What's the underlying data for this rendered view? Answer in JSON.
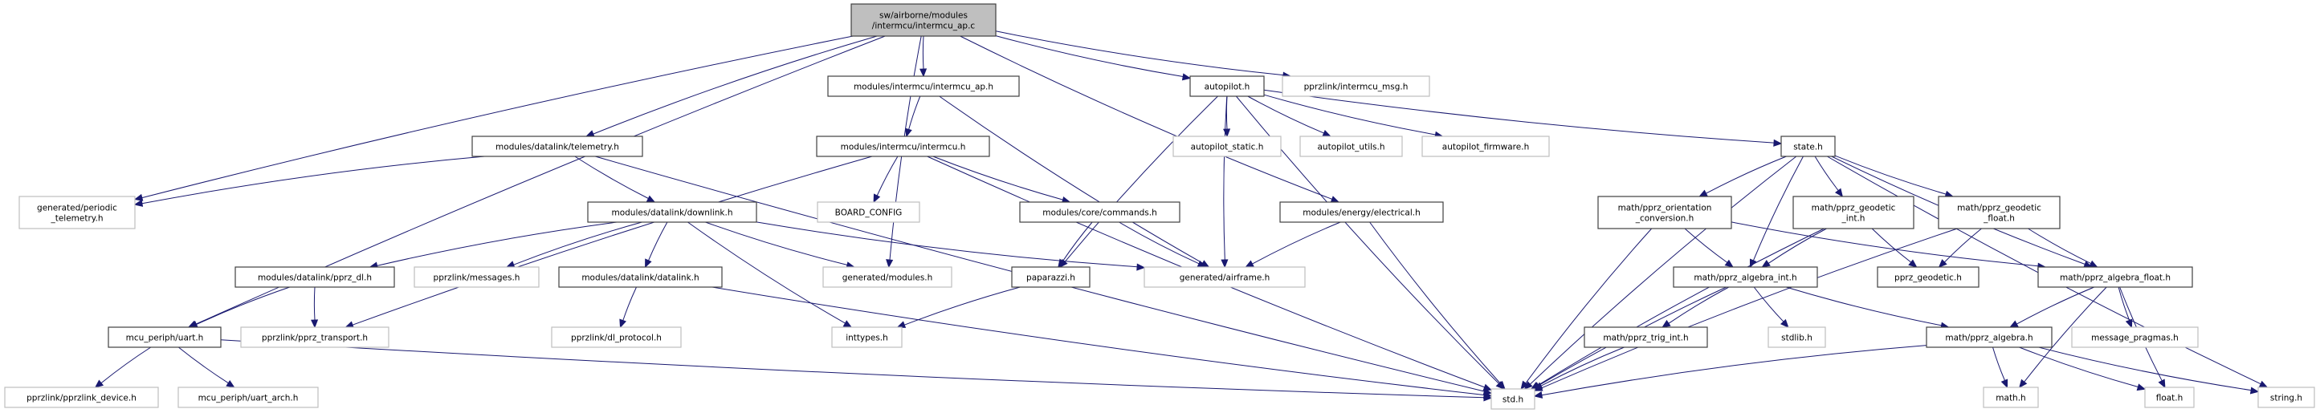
{
  "title": "Include dependency graph for intermcu_ap.c",
  "colors": {
    "edge": "#191970",
    "root_fill": "#bfbfbf",
    "documented_border": "#404040",
    "undocumented_border": "#bfbfbf"
  },
  "nodes": [
    {
      "id": "root",
      "lines": [
        "sw/airborne/modules",
        "/intermcu/intermcu_ap.c"
      ],
      "kind": "root"
    },
    {
      "id": "intermcu_ap_h",
      "lines": [
        "modules/intermcu/intermcu_ap.h"
      ],
      "kind": "documented"
    },
    {
      "id": "autopilot_h",
      "lines": [
        "autopilot.h"
      ],
      "kind": "documented"
    },
    {
      "id": "intermcu_msg_h",
      "lines": [
        "pprzlink/intermcu_msg.h"
      ],
      "kind": "undocumented"
    },
    {
      "id": "telemetry_h",
      "lines": [
        "modules/datalink/telemetry.h"
      ],
      "kind": "documented"
    },
    {
      "id": "intermcu_h",
      "lines": [
        "modules/intermcu/intermcu.h"
      ],
      "kind": "documented"
    },
    {
      "id": "autopilot_static_h",
      "lines": [
        "autopilot_static.h"
      ],
      "kind": "undocumented"
    },
    {
      "id": "autopilot_utils_h",
      "lines": [
        "autopilot_utils.h"
      ],
      "kind": "undocumented"
    },
    {
      "id": "autopilot_firmware_h",
      "lines": [
        "autopilot_firmware.h"
      ],
      "kind": "undocumented"
    },
    {
      "id": "state_h",
      "lines": [
        "state.h"
      ],
      "kind": "documented"
    },
    {
      "id": "periodic_telemetry_h",
      "lines": [
        "generated/periodic",
        "_telemetry.h"
      ],
      "kind": "undocumented"
    },
    {
      "id": "downlink_h",
      "lines": [
        "modules/datalink/downlink.h"
      ],
      "kind": "documented"
    },
    {
      "id": "board_config",
      "lines": [
        "BOARD_CONFIG"
      ],
      "kind": "undocumented"
    },
    {
      "id": "commands_h",
      "lines": [
        "modules/core/commands.h"
      ],
      "kind": "documented"
    },
    {
      "id": "electrical_h",
      "lines": [
        "modules/energy/electrical.h"
      ],
      "kind": "documented"
    },
    {
      "id": "orientation_h",
      "lines": [
        "math/pprz_orientation",
        "_conversion.h"
      ],
      "kind": "documented"
    },
    {
      "id": "geodetic_int_h",
      "lines": [
        "math/pprz_geodetic",
        "_int.h"
      ],
      "kind": "documented"
    },
    {
      "id": "geodetic_float_h",
      "lines": [
        "math/pprz_geodetic",
        "_float.h"
      ],
      "kind": "documented"
    },
    {
      "id": "pprz_dl_h",
      "lines": [
        "modules/datalink/pprz_dl.h"
      ],
      "kind": "documented"
    },
    {
      "id": "messages_h",
      "lines": [
        "pprzlink/messages.h"
      ],
      "kind": "undocumented"
    },
    {
      "id": "datalink_h",
      "lines": [
        "modules/datalink/datalink.h"
      ],
      "kind": "documented"
    },
    {
      "id": "modules_h",
      "lines": [
        "generated/modules.h"
      ],
      "kind": "undocumented"
    },
    {
      "id": "paparazzi_h",
      "lines": [
        "paparazzi.h"
      ],
      "kind": "documented"
    },
    {
      "id": "airframe_h",
      "lines": [
        "generated/airframe.h"
      ],
      "kind": "undocumented"
    },
    {
      "id": "algebra_int_h",
      "lines": [
        "math/pprz_algebra_int.h"
      ],
      "kind": "documented"
    },
    {
      "id": "pprz_geodetic_h",
      "lines": [
        "pprz_geodetic.h"
      ],
      "kind": "documented"
    },
    {
      "id": "algebra_float_h",
      "lines": [
        "math/pprz_algebra_float.h"
      ],
      "kind": "documented"
    },
    {
      "id": "uart_h",
      "lines": [
        "mcu_periph/uart.h"
      ],
      "kind": "documented"
    },
    {
      "id": "pprz_transport_h",
      "lines": [
        "pprzlink/pprz_transport.h"
      ],
      "kind": "undocumented"
    },
    {
      "id": "dl_protocol_h",
      "lines": [
        "pprzlink/dl_protocol.h"
      ],
      "kind": "undocumented"
    },
    {
      "id": "inttypes_h",
      "lines": [
        "inttypes.h"
      ],
      "kind": "undocumented"
    },
    {
      "id": "trig_int_h",
      "lines": [
        "math/pprz_trig_int.h"
      ],
      "kind": "documented"
    },
    {
      "id": "stdlib_h",
      "lines": [
        "stdlib.h"
      ],
      "kind": "undocumented"
    },
    {
      "id": "algebra_h",
      "lines": [
        "math/pprz_algebra.h"
      ],
      "kind": "documented"
    },
    {
      "id": "message_pragmas_h",
      "lines": [
        "message_pragmas.h"
      ],
      "kind": "undocumented"
    },
    {
      "id": "pprzlink_device_h",
      "lines": [
        "pprzlink/pprzlink_device.h"
      ],
      "kind": "undocumented"
    },
    {
      "id": "uart_arch_h",
      "lines": [
        "mcu_periph/uart_arch.h"
      ],
      "kind": "undocumented"
    },
    {
      "id": "std_h",
      "lines": [
        "std.h"
      ],
      "kind": "undocumented"
    },
    {
      "id": "math_h",
      "lines": [
        "math.h"
      ],
      "kind": "undocumented"
    },
    {
      "id": "float_h",
      "lines": [
        "float.h"
      ],
      "kind": "undocumented"
    },
    {
      "id": "string_h",
      "lines": [
        "string.h"
      ],
      "kind": "undocumented"
    }
  ],
  "edges": [
    [
      "root",
      "intermcu_ap_h"
    ],
    [
      "root",
      "autopilot_h"
    ],
    [
      "root",
      "intermcu_msg_h"
    ],
    [
      "root",
      "telemetry_h"
    ],
    [
      "root",
      "periodic_telemetry_h"
    ],
    [
      "root",
      "uart_h"
    ],
    [
      "root",
      "modules_h"
    ],
    [
      "root",
      "electrical_h"
    ],
    [
      "intermcu_ap_h",
      "intermcu_h"
    ],
    [
      "intermcu_ap_h",
      "airframe_h"
    ],
    [
      "autopilot_h",
      "autopilot_static_h"
    ],
    [
      "autopilot_h",
      "autopilot_utils_h"
    ],
    [
      "autopilot_h",
      "autopilot_firmware_h"
    ],
    [
      "autopilot_h",
      "state_h"
    ],
    [
      "autopilot_h",
      "paparazzi_h"
    ],
    [
      "autopilot_h",
      "airframe_h"
    ],
    [
      "autopilot_h",
      "std_h"
    ],
    [
      "telemetry_h",
      "periodic_telemetry_h"
    ],
    [
      "telemetry_h",
      "downlink_h"
    ],
    [
      "telemetry_h",
      "std_h"
    ],
    [
      "intermcu_h",
      "board_config"
    ],
    [
      "intermcu_h",
      "commands_h"
    ],
    [
      "intermcu_h",
      "pprz_transport_h"
    ],
    [
      "intermcu_h",
      "std_h"
    ],
    [
      "downlink_h",
      "pprz_dl_h"
    ],
    [
      "downlink_h",
      "messages_h"
    ],
    [
      "downlink_h",
      "datalink_h"
    ],
    [
      "downlink_h",
      "modules_h"
    ],
    [
      "downlink_h",
      "airframe_h"
    ],
    [
      "downlink_h",
      "inttypes_h"
    ],
    [
      "commands_h",
      "paparazzi_h"
    ],
    [
      "commands_h",
      "airframe_h"
    ],
    [
      "electrical_h",
      "airframe_h"
    ],
    [
      "electrical_h",
      "std_h"
    ],
    [
      "pprz_dl_h",
      "uart_h"
    ],
    [
      "pprz_dl_h",
      "pprz_transport_h"
    ],
    [
      "datalink_h",
      "dl_protocol_h"
    ],
    [
      "datalink_h",
      "std_h"
    ],
    [
      "paparazzi_h",
      "inttypes_h"
    ],
    [
      "uart_h",
      "pprzlink_device_h"
    ],
    [
      "uart_h",
      "uart_arch_h"
    ],
    [
      "uart_h",
      "std_h"
    ],
    [
      "state_h",
      "orientation_h"
    ],
    [
      "state_h",
      "geodetic_int_h"
    ],
    [
      "state_h",
      "geodetic_float_h"
    ],
    [
      "state_h",
      "algebra_int_h"
    ],
    [
      "state_h",
      "algebra_float_h"
    ],
    [
      "state_h",
      "std_h"
    ],
    [
      "state_h",
      "string_h"
    ],
    [
      "orientation_h",
      "algebra_int_h"
    ],
    [
      "orientation_h",
      "algebra_float_h"
    ],
    [
      "orientation_h",
      "std_h"
    ],
    [
      "geodetic_int_h",
      "algebra_int_h"
    ],
    [
      "geodetic_int_h",
      "pprz_geodetic_h"
    ],
    [
      "geodetic_int_h",
      "std_h"
    ],
    [
      "geodetic_float_h",
      "pprz_geodetic_h"
    ],
    [
      "geodetic_float_h",
      "algebra_float_h"
    ],
    [
      "geodetic_float_h",
      "std_h"
    ],
    [
      "algebra_int_h",
      "trig_int_h"
    ],
    [
      "algebra_int_h",
      "stdlib_h"
    ],
    [
      "algebra_int_h",
      "algebra_h"
    ],
    [
      "algebra_int_h",
      "std_h"
    ],
    [
      "algebra_float_h",
      "algebra_h"
    ],
    [
      "algebra_float_h",
      "message_pragmas_h"
    ],
    [
      "algebra_float_h",
      "math_h"
    ],
    [
      "algebra_float_h",
      "float_h"
    ],
    [
      "trig_int_h",
      "std_h"
    ],
    [
      "algebra_h",
      "std_h"
    ],
    [
      "algebra_h",
      "math_h"
    ],
    [
      "algebra_h",
      "float_h"
    ],
    [
      "algebra_h",
      "string_h"
    ]
  ]
}
